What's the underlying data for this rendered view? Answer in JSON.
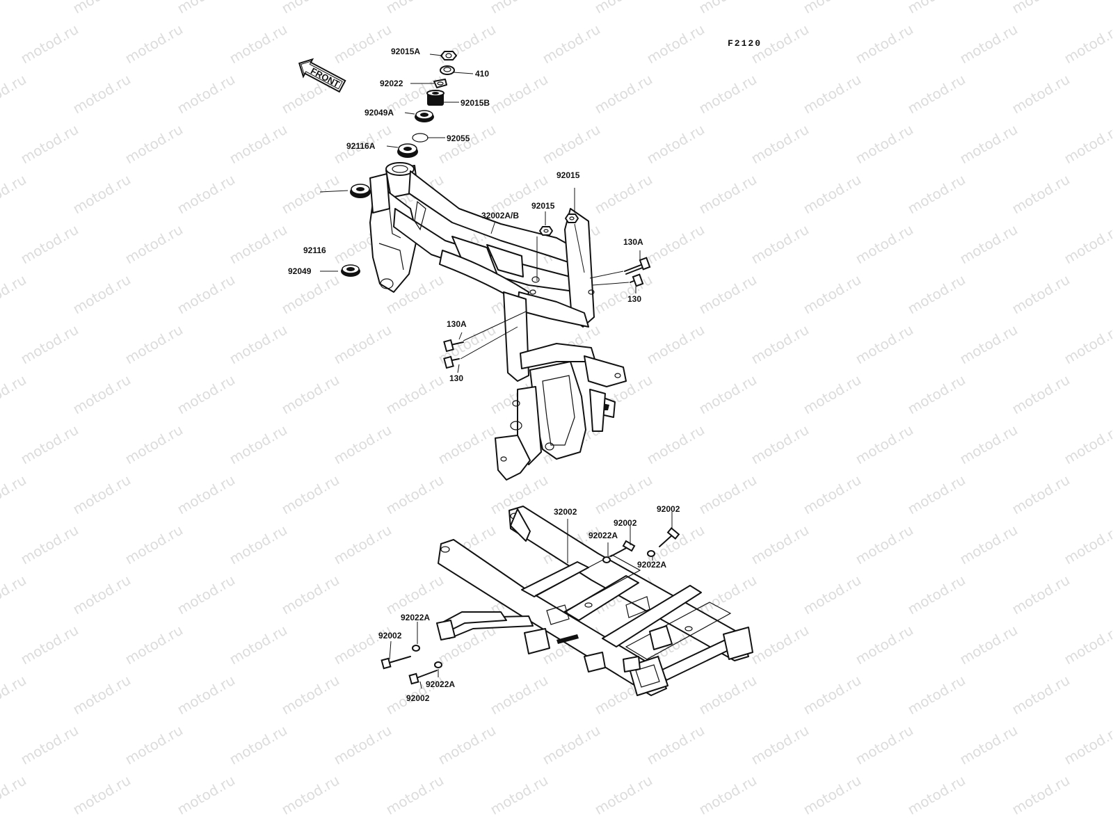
{
  "figure_code": "F2120",
  "front_label": "FRONT",
  "watermark": "motod.ru",
  "parts": {
    "p92015A": "92015A",
    "p410": "410",
    "p92022": "92022",
    "p92015B": "92015B",
    "p92049A": "92049A",
    "p92055": "92055",
    "p92116A": "92116A",
    "p92015_a": "92015",
    "p92015_b": "92015",
    "p32002AB": "32002A/B",
    "p130A_a": "130A",
    "p130_a": "130",
    "p92116": "92116",
    "p92049": "92049",
    "p130A_b": "130A",
    "p130_b": "130",
    "p32002": "32002",
    "p92002_a": "92002",
    "p92002_b": "92002",
    "p92022A_a": "92022A",
    "p92022A_b": "92022A",
    "p92022A_c": "92022A",
    "p92002_c": "92002",
    "p92022A_d": "92022A",
    "p92002_d": "92002"
  },
  "colors": {
    "ink": "#111111",
    "watermark": "#dcdcdc",
    "background": "#ffffff"
  }
}
